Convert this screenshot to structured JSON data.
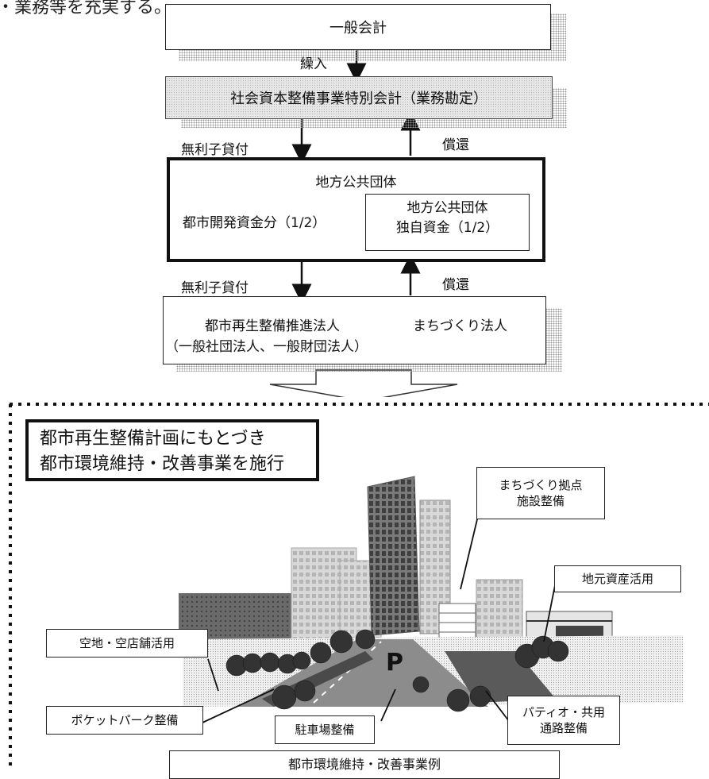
{
  "top_fragment": "・業務等を充実する。",
  "flow": {
    "general_account": "一般会計",
    "transfer_label": "繰入",
    "special_account": "社会資本整備事業特別会計（業務勘定）",
    "loan_label_1": "無利子貸付",
    "repay_label_1": "償還",
    "local_gov_title": "地方公共団体",
    "urban_fund_share": "都市開発資金分（1/2）",
    "own_fund_line1": "地方公共団体",
    "own_fund_line2": "独自資金（1/2）",
    "loan_label_2": "無利子貸付",
    "repay_label_2": "償還",
    "corp_line1_a": "都市再生整備推進法人",
    "corp_line1_b": "まちづくり法人",
    "corp_line2": "（一般社団法人、一般財団法人）"
  },
  "lower": {
    "headline_line1": "都市再生整備計画にもとづき",
    "headline_line2": "都市環境維持・改善事業を施行",
    "callouts": {
      "hub_line1": "まちづくり拠点",
      "hub_line2": "施設整備",
      "local_assets": "地元資産活用",
      "vacant": "空地・空店舗活用",
      "pocket_park": "ポケットパーク整備",
      "parking": "駐車場整備",
      "patio_line1": "パティオ・共用",
      "patio_line2": "通路整備"
    },
    "parking_sign": "P",
    "caption": "都市環境維持・改善事業例"
  }
}
